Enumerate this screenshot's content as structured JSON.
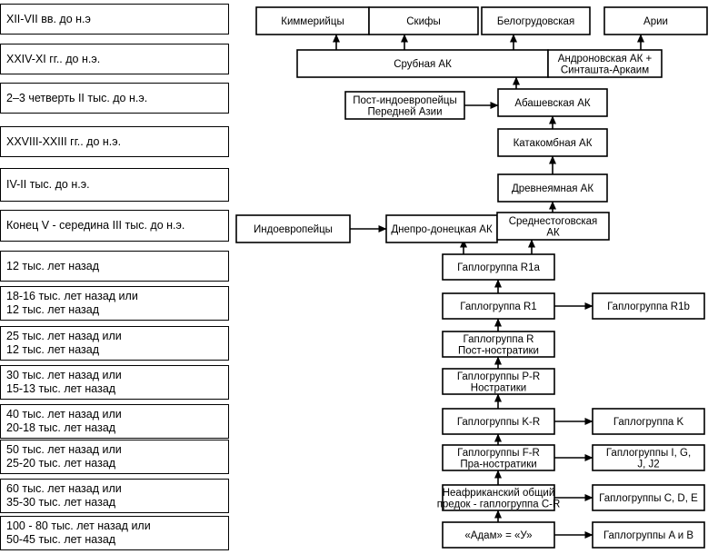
{
  "timeline": [
    {
      "text": "XII-VII вв. до н.э"
    },
    {
      "text": "XXIV-XI гг.. до н.э."
    },
    {
      "text": "2–3 четверть II тыс. до н.э."
    },
    {
      "text": "XXVIII-XXIII гг.. до н.э."
    },
    {
      "text": "IV-II тыс. до н.э."
    },
    {
      "text": "Конец V - середина III тыс. до н.э."
    },
    {
      "text": "12 тыс. лет назад"
    },
    {
      "text": "18-16 тыс. лет назад или\n12 тыс. лет назад"
    },
    {
      "text": "25 тыс. лет назад или\n12 тыс. лет назад"
    },
    {
      "text": "30 тыс. лет назад или\n15-13 тыс. лет назад"
    },
    {
      "text": "40 тыс. лет назад или\n20-18 тыс. лет назад"
    },
    {
      "text": "50 тыс. лет назад или\n25-20 тыс. лет назад"
    },
    {
      "text": "60 тыс. лет назад или\n35-30 тыс. лет назад"
    },
    {
      "text": "100 - 80 тыс. лет назад или\n50-45 тыс. лет назад"
    }
  ],
  "nodes": {
    "kimmeriytsy": "Киммерийцы",
    "skify": "Скифы",
    "belogrudovskaya": "Белогрудовская",
    "arii": "Арии",
    "srubnaya": "Срубная АК",
    "andronovskaya": "Андроновская АК +\nСинташта-Аркаим",
    "post_indoeuropeans": "Пост-индоевропейцы\nПередней Азии",
    "abashevskaya": "Абашевская АК",
    "katakombnaya": "Катакомбная АК",
    "drevneyamnaya": "Древнеямная АК",
    "indoeuropeans": "Индоевропейцы",
    "dnepro_donetskaya": "Днепро-донецкая АК",
    "srednestogovskaya": "Среднестоговская\nАК",
    "r1a": "Гаплогруппа R1a",
    "r1": "Гаплогруппа R1",
    "r1b": "Гаплогруппа R1b",
    "r": "Гаплогруппа R\nПост-ностратики",
    "pr": "Гаплогруппы P-R\nНостратики",
    "kr": "Гаплогруппы K-R",
    "k": "Гаплогруппа K",
    "fr": "Гаплогруппы F-R\nПра-ностратики",
    "ij": "Гаплогруппы I, G,\nJ, J2",
    "cr": "Неафриканский общий\nпредок - гаплогруппа C-R",
    "cde": "Гаплогруппы C, D, E",
    "adam": "«Адам» = «У»",
    "ab": "Гаплогруппы A и B"
  }
}
